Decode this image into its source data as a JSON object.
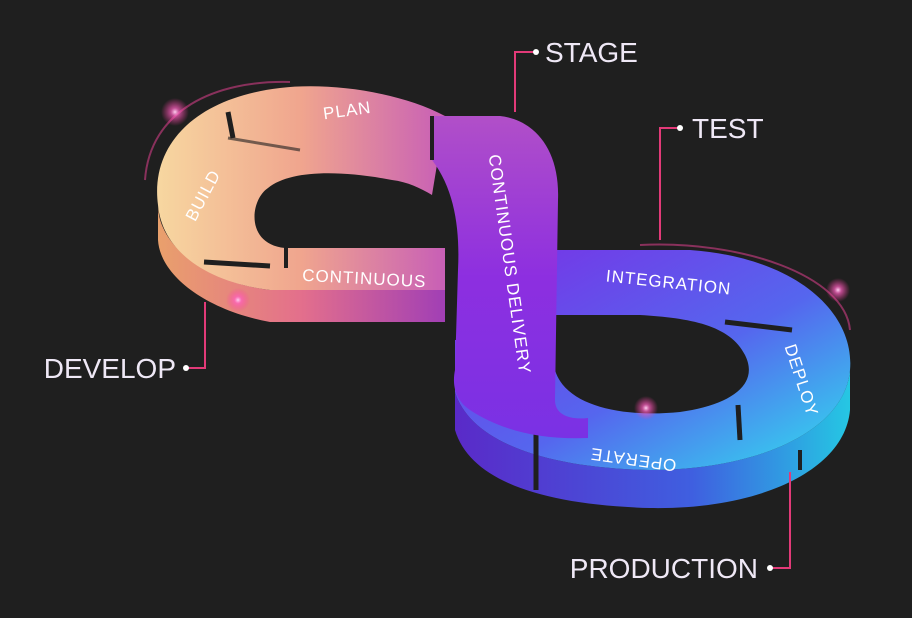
{
  "segments": {
    "plan": "PLAN",
    "build": "BUILD",
    "continuous": "CONTINUOUS",
    "continuous_delivery": "CONTINUOUS DELIVERY",
    "integration": "INTEGRATION",
    "deploy": "DEPLOY",
    "operate": "OPERATE"
  },
  "callouts": {
    "stage": "STAGE",
    "test": "TEST",
    "develop": "DEVELOP",
    "production": "PRODUCTION"
  },
  "colors": {
    "background": "#1f1f1f",
    "peach": "#f6c89a",
    "pink": "#e98aa5",
    "purple": "#8a2fe0",
    "blue": "#5b6cf0",
    "cyan": "#2fd8ec",
    "leader": "#e23a78"
  }
}
